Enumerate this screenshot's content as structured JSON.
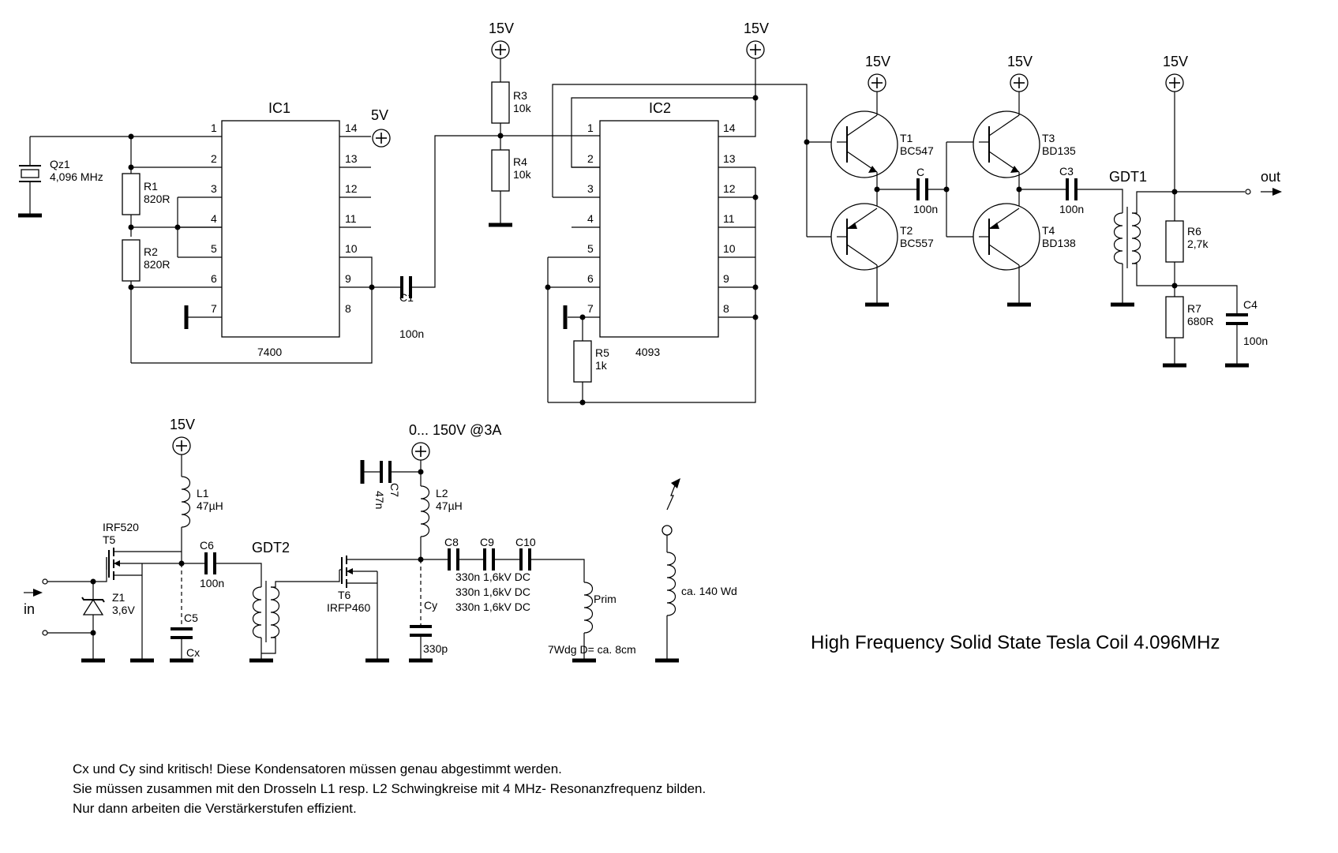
{
  "title": "High Frequency Solid State Tesla Coil 4.096MHz",
  "notes": [
    "Cx und Cy sind kritisch! Diese Kondensatoren müssen genau abgestimmt werden.",
    "Sie müssen zusammen mit den Drosseln L1 resp. L2 Schwingkreise mit 4 MHz- Resonanzfrequenz bilden.",
    "Nur dann arbeiten die Verstärkerstufen effizient."
  ],
  "supplies": {
    "v5": "5V",
    "v15": "15V",
    "hv": "0... 150V @3A"
  },
  "ic1": {
    "name": "IC1",
    "type": "7400",
    "left_pins": [
      "1",
      "2",
      "3",
      "4",
      "5",
      "6",
      "7"
    ],
    "right_pins": [
      "14",
      "13",
      "12",
      "11",
      "10",
      "9",
      "8"
    ]
  },
  "ic2": {
    "name": "IC2",
    "type": "4093",
    "left_pins": [
      "1",
      "2",
      "3",
      "4",
      "5",
      "6",
      "7"
    ],
    "right_pins": [
      "14",
      "13",
      "12",
      "11",
      "10",
      "9",
      "8"
    ]
  },
  "qz1": {
    "name": "Qz1",
    "value": "4,096 MHz"
  },
  "r1": {
    "name": "R1",
    "value": "820R"
  },
  "r2": {
    "name": "R2",
    "value": "820R"
  },
  "r3": {
    "name": "R3",
    "value": "10k"
  },
  "r4": {
    "name": "R4",
    "value": "10k"
  },
  "r5": {
    "name": "R5",
    "value": "1k"
  },
  "r6": {
    "name": "R6",
    "value": "2,7k"
  },
  "r7": {
    "name": "R7",
    "value": "680R"
  },
  "c1": {
    "name": "C1",
    "value": "100n"
  },
  "c": {
    "name": "C",
    "value": "100n"
  },
  "c3": {
    "name": "C3",
    "value": "100n"
  },
  "c4": {
    "name": "C4",
    "value": "100n"
  },
  "c5": {
    "name": "C5"
  },
  "cx": {
    "name": "Cx"
  },
  "c6": {
    "name": "C6",
    "value": "100n"
  },
  "c7": {
    "name": "C7",
    "value": "47n"
  },
  "c8": {
    "name": "C8"
  },
  "c9": {
    "name": "C9"
  },
  "c10": {
    "name": "C10"
  },
  "c_series_values": [
    "330n 1,6kV DC",
    "330n 1,6kV DC",
    "330n 1,6kV DC"
  ],
  "cy": {
    "name": "Cy",
    "value": "330p"
  },
  "t1": {
    "name": "T1",
    "part": "BC547"
  },
  "t2": {
    "name": "T2",
    "part": "BC557"
  },
  "t3": {
    "name": "T3",
    "part": "BD135"
  },
  "t4": {
    "name": "T4",
    "part": "BD138"
  },
  "t5": {
    "name": "T5",
    "part": "IRF520"
  },
  "t6": {
    "name": "T6",
    "part": "IRFP460"
  },
  "z1": {
    "name": "Z1",
    "value": "3,6V"
  },
  "l1": {
    "name": "L1",
    "value": "47µH"
  },
  "l2": {
    "name": "L2",
    "value": "47µH"
  },
  "gdt1": {
    "name": "GDT1"
  },
  "gdt2": {
    "name": "GDT2"
  },
  "prim": {
    "name": "Prim",
    "winding": "7Wdg D= ca. 8cm"
  },
  "secondary": {
    "winding": "ca. 140 Wd"
  },
  "ports": {
    "in": "in",
    "out": "out"
  }
}
